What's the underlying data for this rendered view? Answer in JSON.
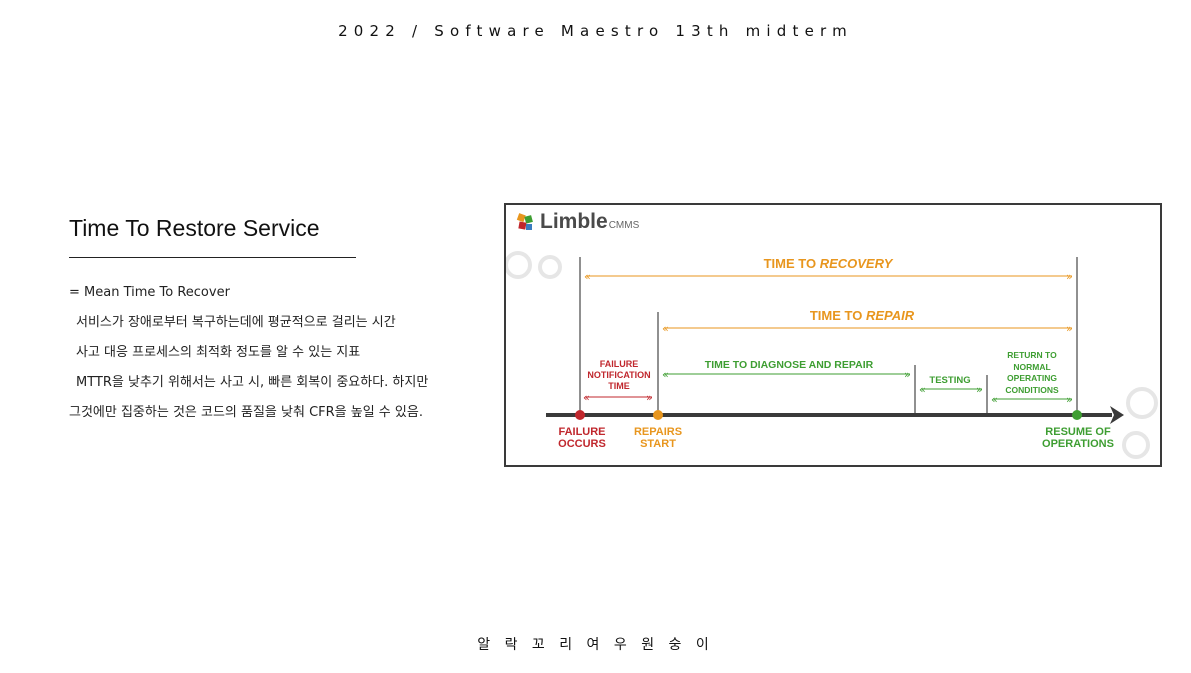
{
  "header": {
    "text": "2022 / Software Maestro 13th midterm"
  },
  "footer": {
    "text": "알 락 꼬 리 여 우 원 숭 이"
  },
  "section": {
    "title": "Time To Restore Service",
    "lines": [
      "= Mean Time To Recover",
      "서비스가 장애로부터 복구하는데에 평균적으로 걸리는 시간",
      "사고 대응 프로세스의 최적화 정도를 알 수 있는 지표",
      "MTTR을 낮추기 위해서는 사고 시, 빠른 회복이 중요하다. 하지만",
      "그것에만 집중하는 것은 코드의 품질을 낮춰 CFR을 높일 수 있음."
    ]
  },
  "diagram": {
    "logo": {
      "word": "Limble",
      "sub": "CMMS"
    },
    "time_to_recovery": {
      "prefix": "TIME TO ",
      "emph": "RECOVERY"
    },
    "time_to_repair": {
      "prefix": "TIME TO ",
      "emph": "REPAIR"
    },
    "failure_notification": [
      "FAILURE",
      "NOTIFICATION",
      "TIME"
    ],
    "diagnose_repair": "TIME TO DIAGNOSE AND REPAIR",
    "testing": "TESTING",
    "return_normal": [
      "RETURN TO",
      "NORMAL",
      "OPERATING",
      "CONDITIONS"
    ],
    "failure_occurs": [
      "FAILURE",
      "OCCURS"
    ],
    "repairs_start": [
      "REPAIRS",
      "START"
    ],
    "resume_operations": [
      "RESUME OF",
      "OPERATIONS"
    ],
    "colors": {
      "orange": "#e8961e",
      "green": "#3e9e32",
      "red": "#c0272d",
      "axis": "#3a3a3a"
    }
  }
}
